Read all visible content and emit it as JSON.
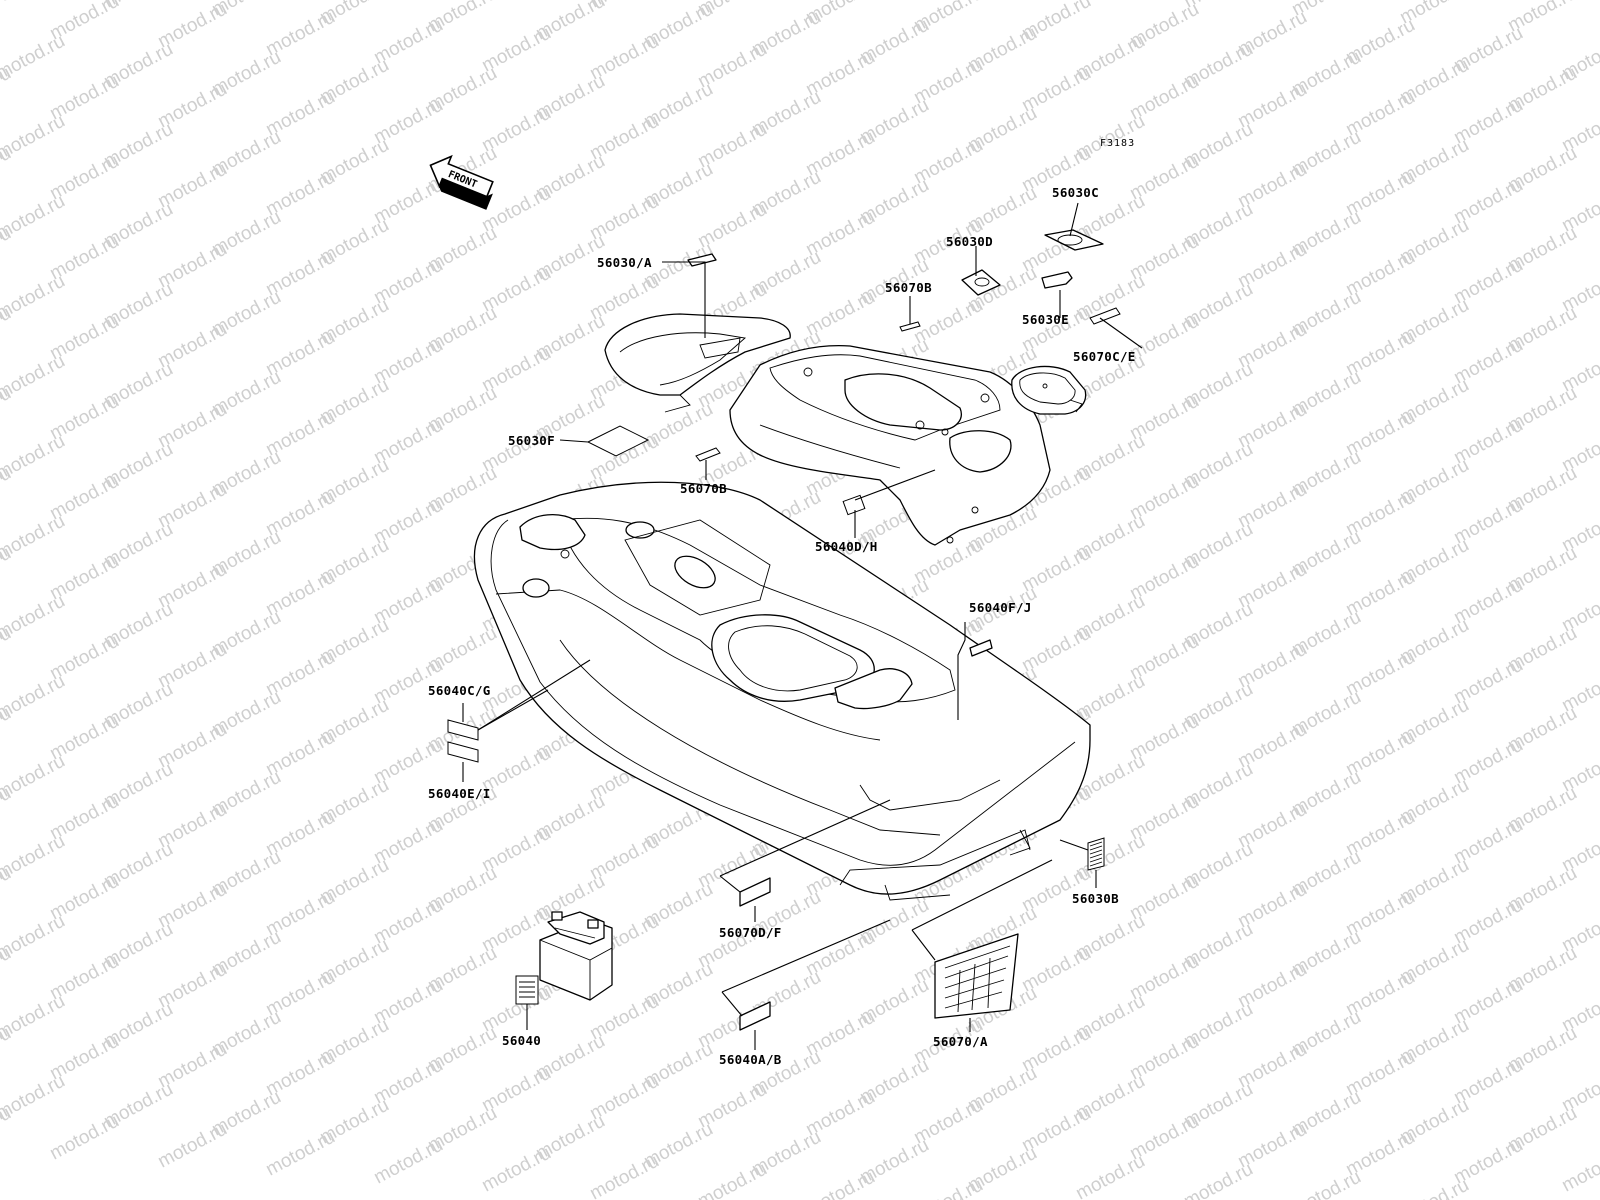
{
  "watermark": "motod.ru",
  "figure_code": "F3183",
  "front_arrow": "FRONT",
  "callouts": [
    {
      "id": "56030C",
      "label": "56030C"
    },
    {
      "id": "56030D",
      "label": "56030D"
    },
    {
      "id": "56030A",
      "label": "56030/A"
    },
    {
      "id": "56070B-top",
      "label": "56070B"
    },
    {
      "id": "56030E",
      "label": "56030E"
    },
    {
      "id": "56070CE",
      "label": "56070C/E"
    },
    {
      "id": "56030F",
      "label": "56030F"
    },
    {
      "id": "56070B-mid",
      "label": "56070B"
    },
    {
      "id": "56040DH",
      "label": "56040D/H"
    },
    {
      "id": "56040FJ",
      "label": "56040F/J"
    },
    {
      "id": "56040CG",
      "label": "56040C/G"
    },
    {
      "id": "56040EI",
      "label": "56040E/I"
    },
    {
      "id": "56030B",
      "label": "56030B"
    },
    {
      "id": "56070DF",
      "label": "56070D/F"
    },
    {
      "id": "56040",
      "label": "56040"
    },
    {
      "id": "56040AB",
      "label": "56040A/B"
    },
    {
      "id": "56070A",
      "label": "56070/A"
    }
  ]
}
